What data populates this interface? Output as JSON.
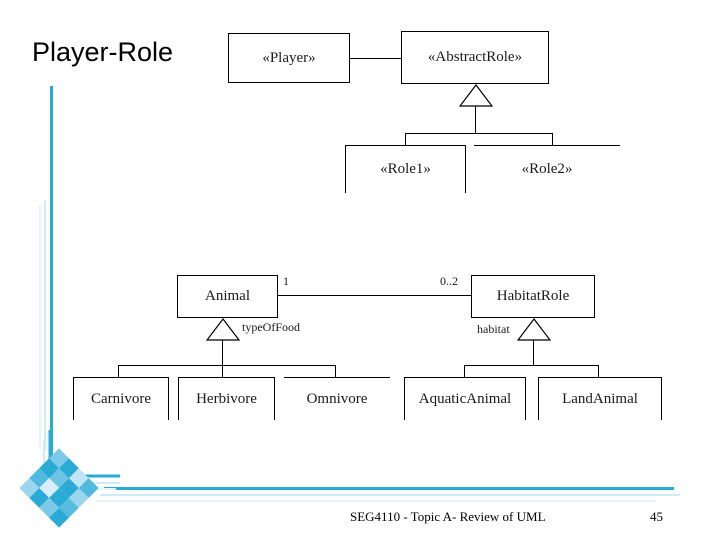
{
  "slide": {
    "title": "Player-Role",
    "footer_text": "SEG4110 - Topic A-  Review of UML",
    "page_number": "45",
    "accent_color": "#29abd6",
    "accent_pale_color": "#cdecf7"
  },
  "diagram_top": {
    "classes": [
      {
        "id": "player",
        "label": "«Player»"
      },
      {
        "id": "abstract_role",
        "label": "«AbstractRole»"
      },
      {
        "id": "role1",
        "label": "«Role1»"
      },
      {
        "id": "role2",
        "label": "«Role2»"
      }
    ]
  },
  "diagram_bottom": {
    "classes": [
      {
        "id": "animal",
        "label": "Animal"
      },
      {
        "id": "habitat_role",
        "label": "HabitatRole"
      },
      {
        "id": "carnivore",
        "label": "Carnivore"
      },
      {
        "id": "herbivore",
        "label": "Herbivore"
      },
      {
        "id": "omnivore",
        "label": "Omnivore"
      },
      {
        "id": "aquatic_animal",
        "label": "AquaticAnimal"
      },
      {
        "id": "land_animal",
        "label": "LandAnimal"
      }
    ],
    "association": {
      "source_multiplicity": "1",
      "target_multiplicity": "0..2"
    },
    "discriminators": [
      {
        "id": "type_of_food",
        "label": "typeOfFood"
      },
      {
        "id": "habitat",
        "label": "habitat"
      }
    ]
  }
}
